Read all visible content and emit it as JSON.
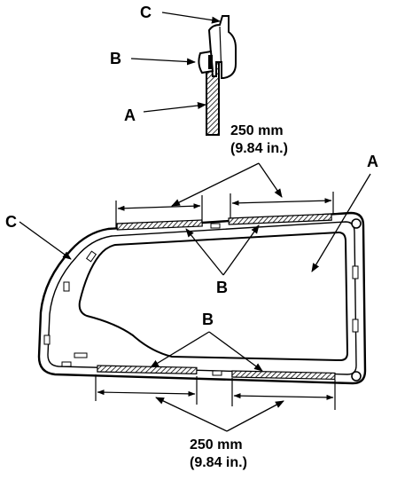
{
  "labels": {
    "c_top": "C",
    "b_top": "B",
    "a_top": "A",
    "a_right": "A",
    "c_left": "C",
    "b_upper": "B",
    "b_lower": "B"
  },
  "dimensions": {
    "top_mm": "250 mm",
    "top_in": "(9.84 in.)",
    "bottom_mm": "250 mm",
    "bottom_in": "(9.84 in.)"
  },
  "colors": {
    "ink": "#000000",
    "background": "#ffffff"
  }
}
